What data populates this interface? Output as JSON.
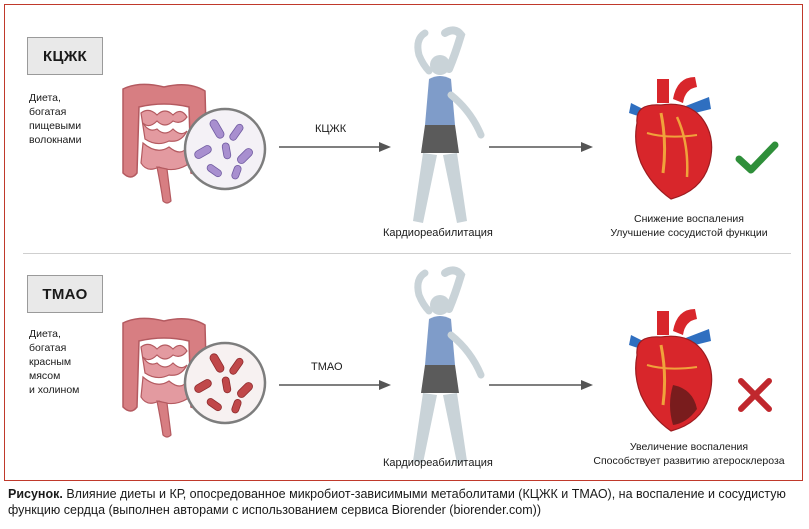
{
  "top": {
    "badge": "КЦЖК",
    "diet_lines": [
      "Диета,",
      "богатая",
      "пищевыми",
      "волокнами"
    ],
    "arrow_label": "КЦЖК",
    "exercise_label": "Кардиореабилитация",
    "outcome_lines": [
      "Снижение воспаления",
      "Улучшение сосудистой функции"
    ],
    "result_icon": "checkmark-icon",
    "colors": {
      "microbe": "#a88fcf",
      "result": "#2f8f3a"
    }
  },
  "bottom": {
    "badge": "ТМАО",
    "diet_lines": [
      "Диета,",
      "богатая",
      "красным",
      "мясом",
      "и холином"
    ],
    "arrow_label": "ТМАО",
    "exercise_label": "Кардиореабилитация",
    "outcome_lines": [
      "Увеличение воспаления",
      "Способствует развитию атеросклероза"
    ],
    "result_icon": "cross-icon",
    "colors": {
      "microbe": "#c0484a",
      "result": "#c0272d"
    }
  },
  "caption": {
    "label": "Рисунок.",
    "text": " Влияние диеты и КР, опосредованное микробиот-зависимыми метаболитами (КЦЖК и ТМАО), на воспаление и сосудистую функцию сердца (выполнен авторами с использованием сервиса Biorender (biorender.com))"
  }
}
